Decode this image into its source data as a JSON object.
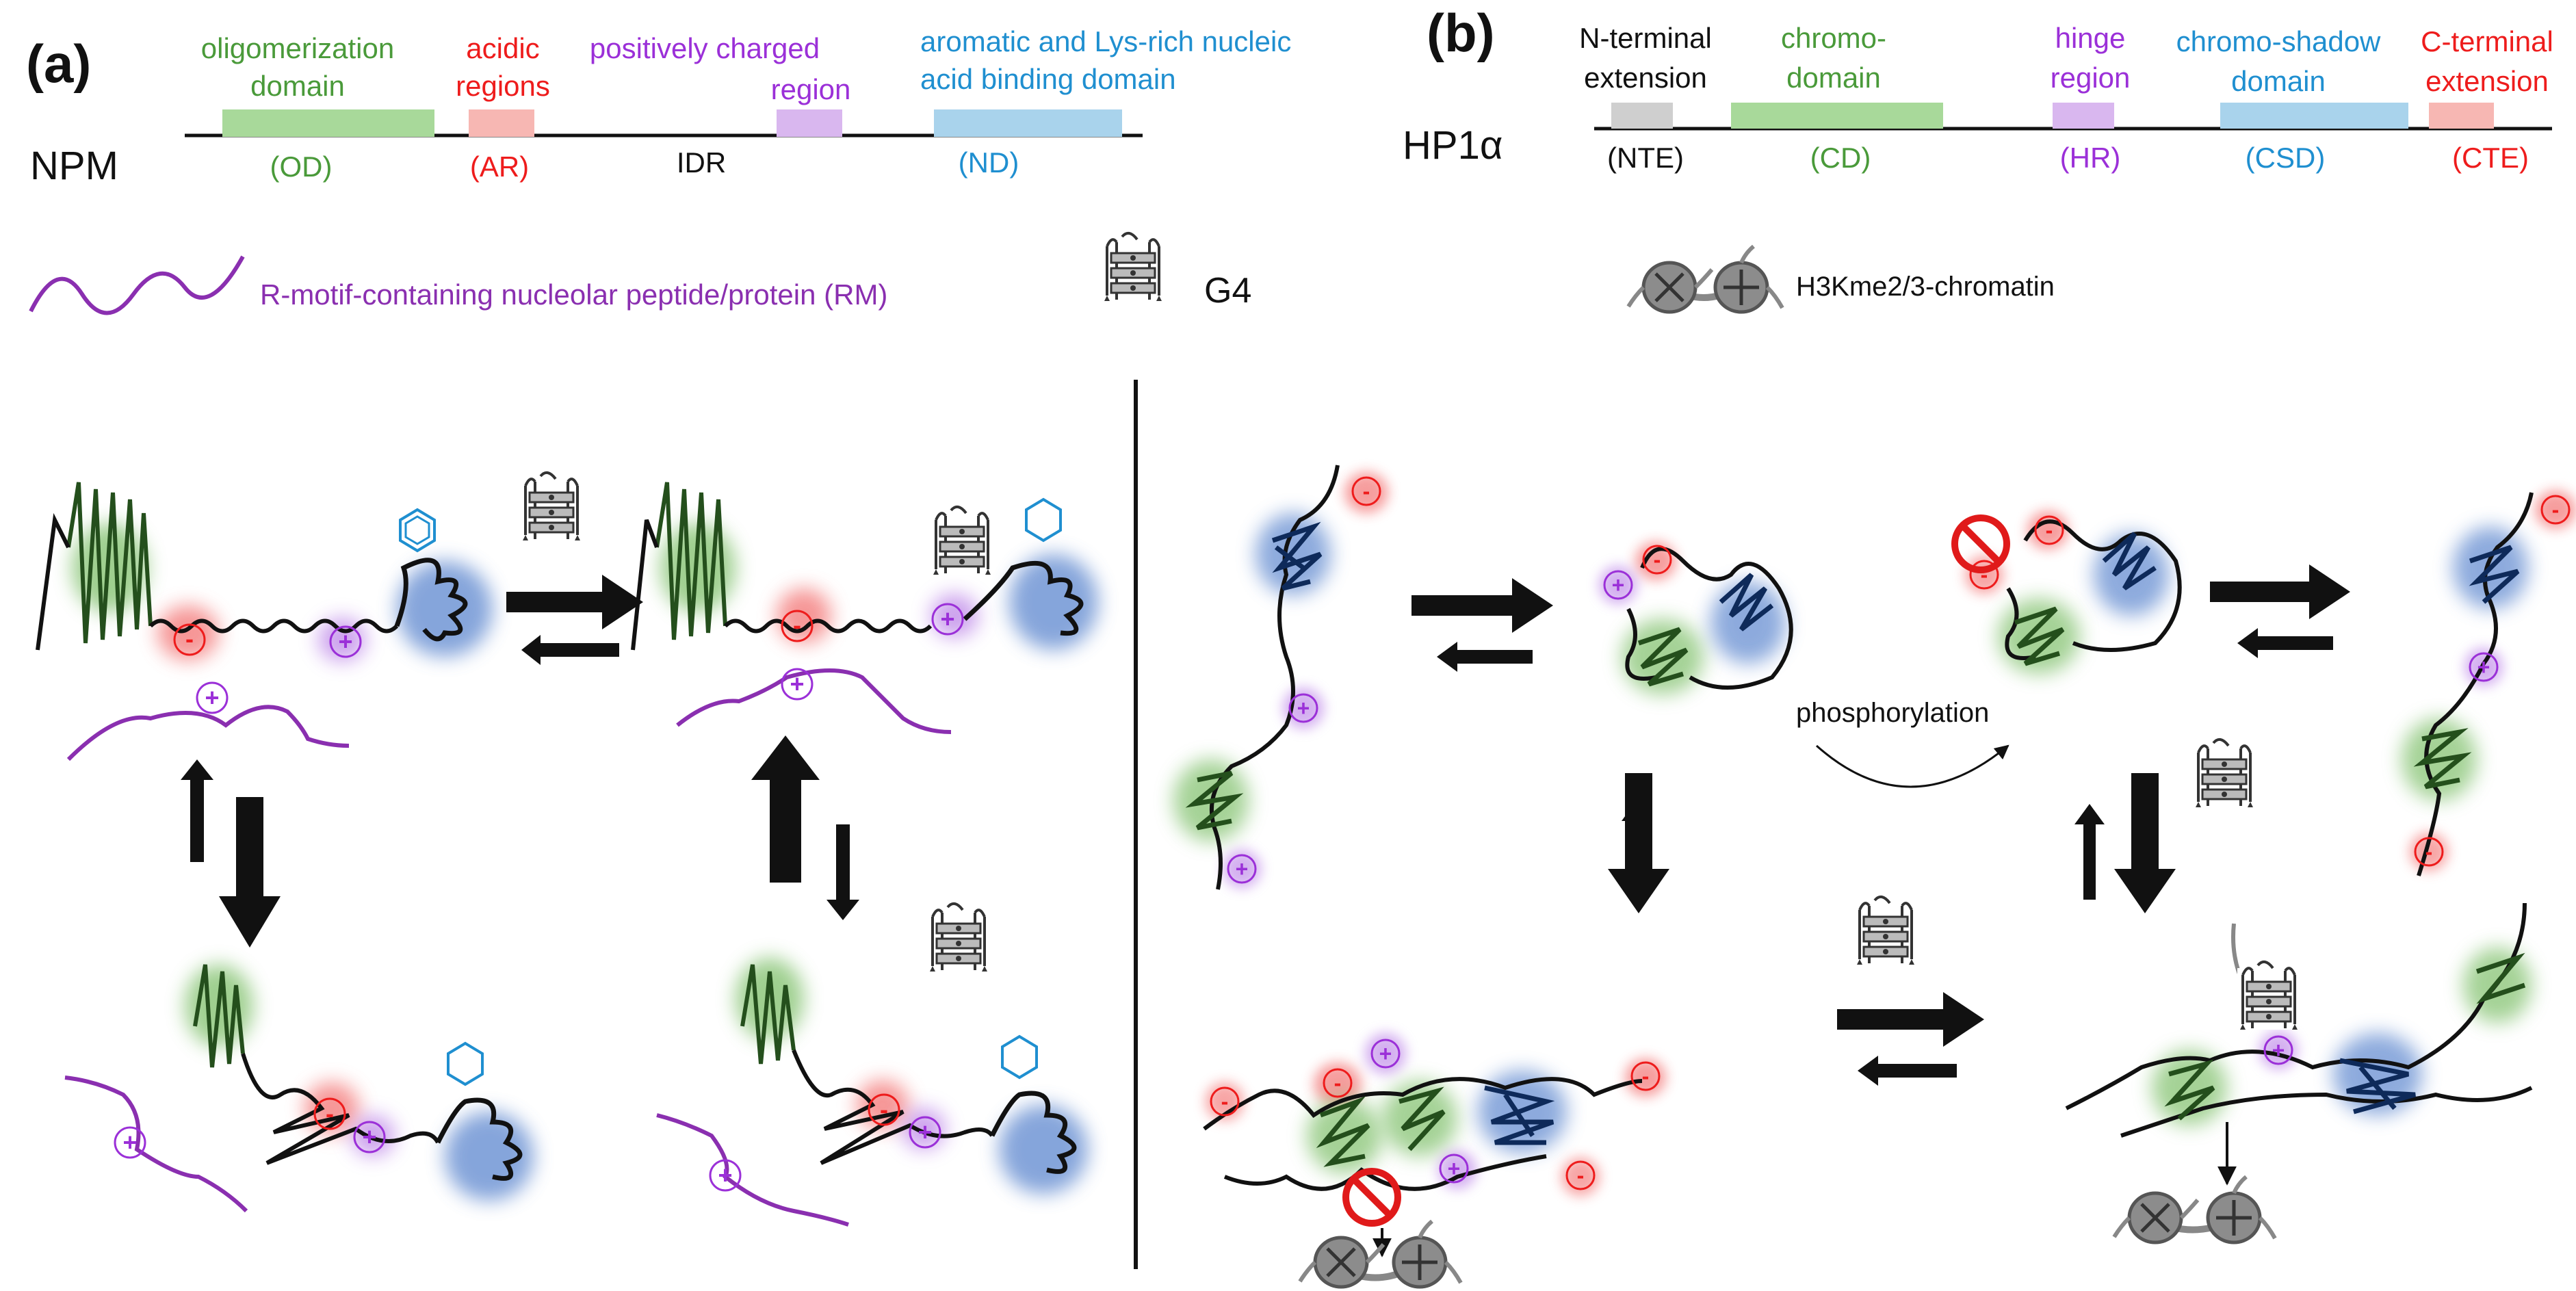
{
  "colors": {
    "od": "#4a9a3a",
    "ar": "#ee1c1c",
    "prr": "#9b30d8",
    "nd": "#1f8fd0",
    "rm": "#8a2fb0",
    "ink": "#111111",
    "domain_bar": {
      "green": "#a8d99a",
      "red": "#f7b7b3",
      "purple": "#d9b7ef",
      "blue": "#a9d3ec",
      "gray": "#cfcfcf"
    }
  },
  "panel_a": {
    "label": "(a)",
    "protein": "NPM",
    "domains": {
      "od_top": [
        "oligomerization",
        "domain"
      ],
      "od_abbr": "(OD)",
      "ar_top": [
        "acidic",
        "regions"
      ],
      "ar_abbr": "(AR)",
      "idr": "IDR",
      "prr_top": [
        "positively charged",
        "region"
      ],
      "nd_top": [
        "aromatic and Lys-rich nucleic",
        "acid binding domain"
      ],
      "nd_abbr": "(ND)"
    },
    "legend": {
      "rm": "R-motif-containing nucleolar peptide/protein (RM)",
      "g4": "G4"
    }
  },
  "panel_b": {
    "label": "(b)",
    "protein": "HP1α",
    "domains": {
      "nte_top": [
        "N-terminal",
        "extension"
      ],
      "nte_abbr": "(NTE)",
      "cd_top": [
        "chromo-",
        "domain"
      ],
      "cd_abbr": "(CD)",
      "hr_top": [
        "hinge",
        "region"
      ],
      "hr_abbr": "(HR)",
      "csd_top": [
        "chromo-shadow",
        "domain"
      ],
      "csd_abbr": "(CSD)",
      "cte_top": [
        "C-terminal",
        "extension"
      ],
      "cte_abbr": "(CTE)"
    },
    "legend": {
      "chromatin": "H3Kme2/3-chromatin"
    },
    "phosphorylation": "phosphorylation"
  },
  "charges": {
    "plus": "+",
    "minus": "-"
  }
}
